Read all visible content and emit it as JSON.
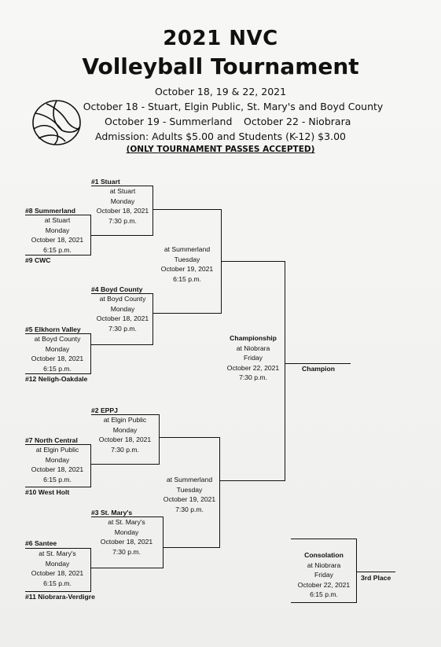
{
  "header": {
    "year_title": "2021 NVC",
    "event_title": "Volleyball Tournament",
    "dates": "October 18, 19 & 22, 2021",
    "oct18_sites": "October 18 - Stuart, Elgin Public, St. Mary's and Boyd County",
    "oct19_site": "October 19 - Summerland",
    "oct22_site": "October 22 - Niobrara",
    "admission": "Admission:  Adults $5.00 and Students (K-12) $3.00",
    "passes_note": "(ONLY TOURNAMENT PASSES ACCEPTED)"
  },
  "teams": {
    "s1": "#1 Stuart",
    "s8": "#8 Summerland",
    "s9": "#9 CWC",
    "s4": "#4 Boyd County",
    "s5": "#5 Elkhorn Valley",
    "s12": "#12 Neligh-Oakdale",
    "s2": "#2 EPPJ",
    "s7": "#7 North Central",
    "s10": "#10 West Holt",
    "s3": "#3 St. Mary's",
    "s6": "#6 Santee",
    "s11": "#11 Niobrara-Verdigre"
  },
  "games": {
    "g8v9": [
      "at Stuart",
      "Monday",
      "October 18, 2021",
      "6:15 p.m."
    ],
    "g1": [
      "at Stuart",
      "Monday",
      "October 18, 2021",
      "7:30 p.m."
    ],
    "g5v12": [
      "at Boyd County",
      "Monday",
      "October 18, 2021",
      "6:15 p.m."
    ],
    "g4": [
      "at Boyd County",
      "Monday",
      "October 18, 2021",
      "7:30 p.m."
    ],
    "semi_top": [
      "at Summerland",
      "Tuesday",
      "October 19, 2021",
      "6:15 p.m."
    ],
    "g7v10": [
      "at Elgin Public",
      "Monday",
      "October 18, 2021",
      "6:15 p.m."
    ],
    "g2": [
      "at Elgin Public",
      "Monday",
      "October 18, 2021",
      "7:30 p.m."
    ],
    "g6v11": [
      "at St. Mary's",
      "Monday",
      "October 18, 2021",
      "6:15 p.m."
    ],
    "g3": [
      "at St. Mary's",
      "Monday",
      "October 18, 2021",
      "7:30 p.m."
    ],
    "semi_bottom": [
      "at Summerland",
      "Tuesday",
      "October 19, 2021",
      "7:30 p.m."
    ],
    "championship": [
      "Championship",
      "at Niobrara",
      "Friday",
      "October 22, 2021",
      "7:30 p.m."
    ],
    "consolation": [
      "Consolation",
      "at Niobrara",
      "Friday",
      "October 22, 2021",
      "6:15 p.m."
    ]
  },
  "results": {
    "champion": "Champion",
    "third_place": "3rd Place"
  }
}
